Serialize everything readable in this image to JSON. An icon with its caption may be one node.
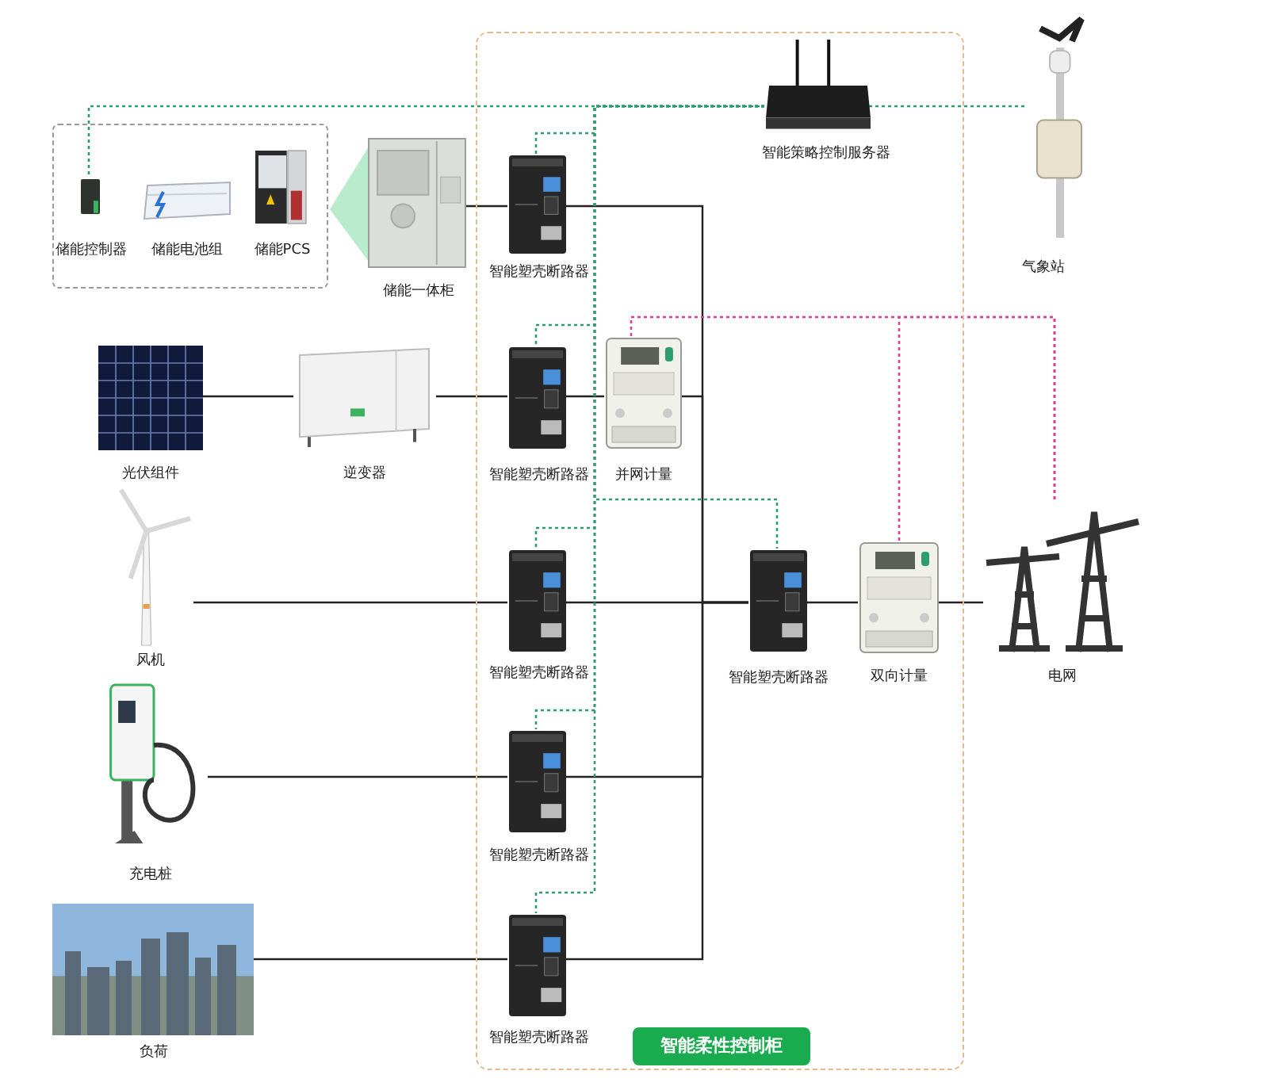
{
  "diagram": {
    "nodes": [
      {
        "text": [
          "智能柔性控制柜"
        ]
      },
      {
        "text": [],
        "shape": "box"
      },
      {
        "text": [
          "储能控制器"
        ],
        "in": 1
      },
      {
        "text": [
          "储能电池组"
        ],
        "in": 1
      },
      {
        "text": [
          "储能PCS"
        ],
        "in": 1
      },
      {
        "text": [
          "储能一体柜"
        ]
      },
      {
        "text": [
          "智能塑壳断路器"
        ],
        "in": 0
      },
      {
        "text": [
          "智能策略控制服务器"
        ],
        "in": 0
      },
      {
        "text": [
          "气象站"
        ]
      },
      {
        "text": [
          "光伏组件"
        ]
      },
      {
        "text": [
          "逆变器"
        ]
      },
      {
        "text": [
          "智能塑壳断路器"
        ],
        "in": 0
      },
      {
        "text": [
          "并网计量"
        ],
        "in": 0
      },
      {
        "text": [
          "风机"
        ]
      },
      {
        "text": [
          "智能塑壳断路器"
        ],
        "in": 0
      },
      {
        "text": [
          "智能塑壳断路器"
        ],
        "in": 0
      },
      {
        "text": [
          "双向计量"
        ],
        "in": 0
      },
      {
        "text": [
          "电网"
        ]
      },
      {
        "text": [
          "充电桩"
        ]
      },
      {
        "text": [
          "智能塑壳断路器"
        ],
        "in": 0
      },
      {
        "text": [
          "负荷"
        ]
      },
      {
        "text": [
          "智能塑壳断路器"
        ],
        "in": 0
      }
    ],
    "edges": [
      {
        "from": 5,
        "to": 6,
        "arrow": "none"
      },
      {
        "from": 6,
        "to": 15,
        "arrow": "none"
      },
      {
        "from": 9,
        "to": 10,
        "arrow": "none"
      },
      {
        "from": 10,
        "to": 11,
        "arrow": "none"
      },
      {
        "from": 11,
        "to": 12,
        "arrow": "none"
      },
      {
        "from": 12,
        "to": 15,
        "arrow": "none"
      },
      {
        "from": 13,
        "to": 14,
        "arrow": "none"
      },
      {
        "from": 14,
        "to": 15,
        "arrow": "none"
      },
      {
        "from": 15,
        "to": 16,
        "arrow": "none"
      },
      {
        "from": 16,
        "to": 17,
        "arrow": "none"
      },
      {
        "from": 18,
        "to": 19,
        "arrow": "none"
      },
      {
        "from": 19,
        "to": 15,
        "arrow": "none"
      },
      {
        "from": 20,
        "to": 21,
        "arrow": "none"
      },
      {
        "from": 21,
        "to": 15,
        "arrow": "none"
      },
      {
        "from": 2,
        "to": 7,
        "arrow": "none",
        "style": "dashed",
        "color": "#2e9c6e"
      },
      {
        "from": 7,
        "to": 8,
        "arrow": "none",
        "style": "dashed",
        "color": "#2e9c6e"
      },
      {
        "from": 7,
        "to": 6,
        "arrow": "none",
        "style": "dashed",
        "color": "#2e9c6e"
      },
      {
        "from": 7,
        "to": 11,
        "arrow": "none",
        "style": "dashed",
        "color": "#2e9c6e"
      },
      {
        "from": 7,
        "to": 14,
        "arrow": "none",
        "style": "dashed",
        "color": "#2e9c6e"
      },
      {
        "from": 7,
        "to": 15,
        "arrow": "none",
        "style": "dashed",
        "color": "#2e9c6e"
      },
      {
        "from": 7,
        "to": 19,
        "arrow": "none",
        "style": "dashed",
        "color": "#2e9c6e"
      },
      {
        "from": 7,
        "to": 21,
        "arrow": "none",
        "style": "dashed",
        "color": "#2e9c6e"
      },
      {
        "from": 12,
        "to": 17,
        "arrow": "none",
        "style": "dashed",
        "color": "#d6409f"
      },
      {
        "from": 16,
        "to": 17,
        "arrow": "none",
        "style": "dashed",
        "color": "#d6409f"
      }
    ]
  }
}
